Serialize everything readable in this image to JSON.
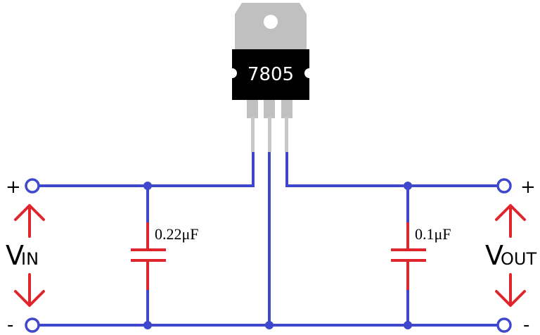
{
  "regulator": {
    "label": "7805"
  },
  "capacitors": {
    "input": "0.22μF",
    "output": "0.1μF"
  },
  "terminals": {
    "in_plus": "+",
    "in_minus": "-",
    "out_plus": "+",
    "out_minus": "-",
    "vin_main": "V",
    "vin_sub": "IN",
    "vout_main": "V",
    "vout_sub": "OUT"
  },
  "colors": {
    "wire": "#3f48cc",
    "lead": "#c8c8c8",
    "arrow": "#e0262d",
    "cap_lead": "#e0262d",
    "regulator_body": "#000000",
    "heatsink": "#c0c0c0"
  }
}
